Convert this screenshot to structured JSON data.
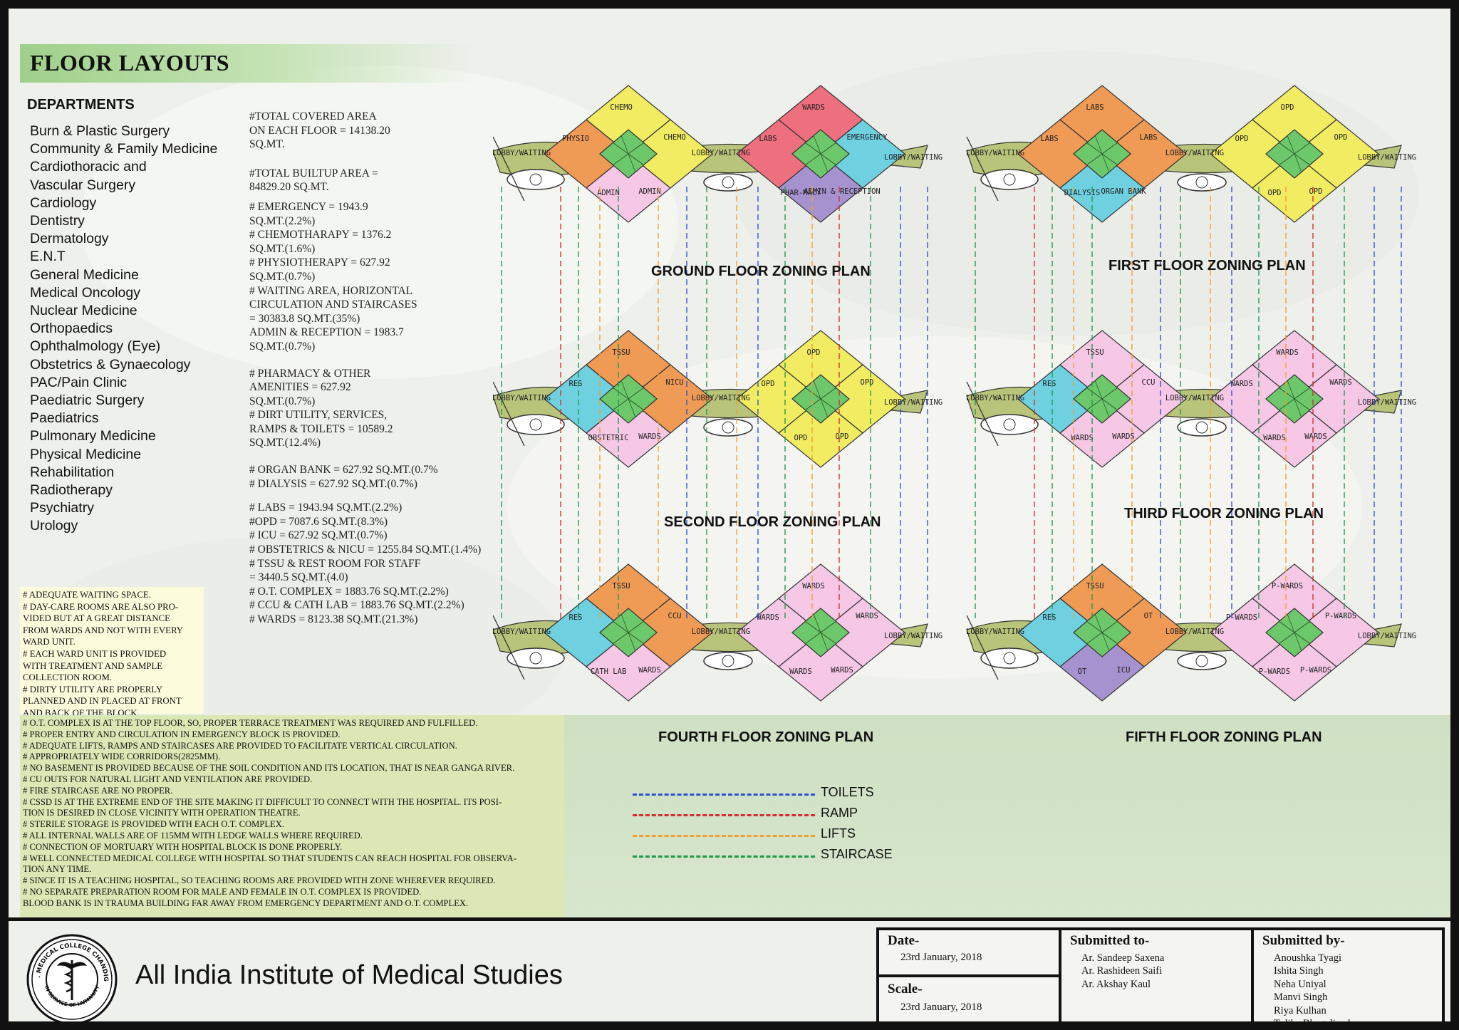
{
  "sheet_title": "FLOOR LAYOUTS",
  "departments_heading": "DEPARTMENTS",
  "departments": [
    "Burn & Plastic Surgery",
    "Community & Family Medicine",
    "Cardiothoracic and",
    "Vascular Surgery",
    "Cardiology",
    "Dentistry",
    "Dermatology",
    "E.N.T",
    "General Medicine",
    "Medical Oncology",
    "Nuclear Medicine",
    "Orthopaedics",
    "Ophthalmology (Eye)",
    "Obstetrics & Gynaecology",
    "PAC/Pain Clinic",
    "Paediatric Surgery",
    "Paediatrics",
    "Pulmonary Medicine",
    "Physical Medicine",
    "Rehabilitation",
    "Radiotherapy",
    "Psychiatry",
    "Urology"
  ],
  "area_stats": [
    [
      "#TOTAL COVERED AREA",
      "ON EACH FLOOR = 14138.20",
      "SQ.MT."
    ],
    [
      "#TOTAL BUILTUP AREA =",
      "84829.20 SQ.MT."
    ],
    [
      "# EMERGENCY = 1943.9",
      "SQ.MT.(2.2%)",
      "# CHEMOTHARAPY = 1376.2",
      "SQ.MT.(1.6%)",
      "# PHYSIOTHERAPY = 627.92",
      "SQ.MT.(0.7%)",
      "# WAITING AREA, HORIZONTAL",
      "CIRCULATION AND STAIRCASES",
      "= 30383.8 SQ.MT.(35%)",
      "ADMIN & RECEPTION = 1983.7",
      "SQ.MT.(0.7%)"
    ],
    [
      "# PHARMACY & OTHER",
      "AMENITIES = 627.92",
      "SQ.MT.(0.7%)",
      "# DIRT UTILITY, SERVICES,",
      "RAMPS & TOILETS = 10589.2",
      "SQ.MT.(12.4%)"
    ],
    [
      "# ORGAN BANK = 627.92 SQ.MT.(0.7%",
      "# DIALYSIS = 627.92 SQ.MT.(0.7%)"
    ],
    [
      "# LABS = 1943.94 SQ.MT.(2.2%)",
      "#OPD = 7087.6 SQ.MT.(8.3%)",
      "# ICU = 627.92 SQ.MT.(0.7%)",
      "# OBSTETRICS & NICU = 1255.84 SQ.MT.(1.4%)",
      "# TSSU & REST ROOM FOR STAFF",
      "= 3440.5 SQ.MT.(4.0)",
      "# O.T. COMPLEX = 1883.76 SQ.MT.(2.2%)",
      "# CCU & CATH LAB = 1883.76 SQ.MT.(2.2%)",
      "# WARDS = 8123.38 SQ.MT.(21.3%)"
    ]
  ],
  "notes_short": [
    "# ADEQUATE WAITING SPACE.",
    "# DAY-CARE ROOMS ARE ALSO PRO-",
    "VIDED BUT AT A GREAT DISTANCE",
    "FROM WARDS AND NOT WITH EVERY",
    "WARD UNIT.",
    "# EACH WARD UNIT IS PROVIDED",
    "WITH TREATMENT AND SAMPLE",
    "COLLECTION ROOM.",
    "# DIRTY UTILITY ARE PROPERLY",
    "PLANNED AND IN PLACED AT FRONT",
    "AND BACK OF THE BLOCK."
  ],
  "notes_long": [
    "# O.T. COMPLEX IS AT THE TOP FLOOR, SO, PROPER TERRACE TREATMENT WAS REQUIRED AND FULFILLED.",
    "# PROPER ENTRY AND CIRCULATION IN EMERGENCY BLOCK IS PROVIDED.",
    "# ADEQUATE LIFTS, RAMPS AND STAIRCASES ARE PROVIDED TO FACILITATE VERTICAL CIRCULATION.",
    "# APPROPRIATELY WIDE CORRIDORS(2825MM).",
    "# NO BASEMENT IS PROVIDED BECAUSE OF THE SOIL CONDITION AND ITS LOCATION, THAT IS NEAR GANGA RIVER.",
    "# CU OUTS FOR NATURAL LIGHT AND VENTILATION ARE PROVIDED.",
    "# FIRE STAIRCASE ARE NO PROPER.",
    "# CSSD IS AT THE EXTREME END OF THE SITE MAKING IT DIFFICULT TO CONNECT WITH THE HOSPITAL. ITS POSI-",
    "TION IS DESIRED IN CLOSE VICINITY WITH OPERATION THEATRE.",
    "# STERILE STORAGE IS PROVIDED WITH EACH O.T. COMPLEX.",
    "# ALL INTERNAL WALLS ARE OF 115MM WITH LEDGE WALLS WHERE REQUIRED.",
    "# CONNECTION OF MORTUARY WITH HOSPITAL BLOCK IS DONE PROPERLY.",
    "# WELL CONNECTED MEDICAL COLLEGE WITH HOSPITAL SO THAT STUDENTS CAN REACH HOSPITAL FOR OBSERVA-",
    "TION ANY TIME.",
    "# SINCE IT IS A TEACHING HOSPITAL, SO TEACHING ROOMS ARE PROVIDED WITH ZONE WHEREVER REQUIRED.",
    "# NO SEPARATE PREPARATION ROOM FOR MALE AND FEMALE IN O.T. COMPLEX IS PROVIDED.",
    "BLOOD BANK IS IN TRAUMA BUILDING FAR AWAY FROM EMERGENCY DEPARTMENT AND O.T. COMPLEX."
  ],
  "plan_titles": {
    "ground": "GROUND FLOOR ZONING PLAN",
    "first": "FIRST FLOOR ZONING PLAN",
    "second": "SECOND FLOOR ZONING PLAN",
    "third": "THIRD FLOOR ZONING PLAN",
    "fourth": "FOURTH FLOOR ZONING PLAN",
    "fifth": "FIFTH FLOOR ZONING PLAN"
  },
  "plans": {
    "ground": {
      "left": [
        "CHEMO",
        "PHYSIO",
        "CHEMO",
        "ADMIN",
        "ADMIN"
      ],
      "right": [
        "WARDS",
        "LABS",
        "EMERGENCY",
        "PHAR-MACY",
        "ADMIN & RECEPTION"
      ],
      "lobby": [
        "LOBBY/WAITING",
        "LOBBY/WAITING",
        "LOBBY/WAITING"
      ]
    },
    "first": {
      "left": [
        "LABS",
        "LABS",
        "LABS",
        "DIALYSIS",
        "ORGAN BANK"
      ],
      "right": [
        "OPD",
        "OPD",
        "OPD",
        "OPD",
        "OPD"
      ],
      "lobby": [
        "LOBBY/WAITING",
        "LOBBY/WAITING",
        "LOBBY/WAITING"
      ]
    },
    "second": {
      "left": [
        "TSSU",
        "RES",
        "NICU",
        "OBSTETRIC",
        "WARDS"
      ],
      "right": [
        "OPD",
        "OPD",
        "OPD",
        "OPD",
        "OPD"
      ],
      "lobby": [
        "LOBBY/WAITING",
        "LOBBY/WAITING",
        "LOBBY/WAITING"
      ]
    },
    "third": {
      "left": [
        "TSSU",
        "RES",
        "CCU",
        "WARDS",
        "WARDS"
      ],
      "right": [
        "WARDS",
        "WARDS",
        "WARDS",
        "WARDS",
        "WARDS"
      ],
      "lobby": [
        "LOBBY/WAITING",
        "LOBBY/WAITING",
        "LOBBY/WAITING"
      ]
    },
    "fourth": {
      "left": [
        "TSSU",
        "RES",
        "CCU",
        "CATH LAB",
        "WARDS"
      ],
      "right": [
        "WARDS",
        "WARDS",
        "WARDS",
        "WARDS",
        "WARDS"
      ],
      "lobby": [
        "LOBBY/WAITING",
        "LOBBY/WAITING",
        "LOBBY/WAITING"
      ]
    },
    "fifth": {
      "left": [
        "TSSU",
        "RES",
        "OT",
        "OT",
        "ICU"
      ],
      "right": [
        "P-WARDS",
        "P-WARDS",
        "P-WARDS",
        "P-WARDS",
        "P-WARDS"
      ],
      "lobby": [
        "LOBBY/WAITING",
        "LOBBY/WAITING",
        "LOBBY/WAITING"
      ]
    }
  },
  "legend": [
    {
      "label": "TOILETS",
      "color": "#2f4fd8"
    },
    {
      "label": "RAMP",
      "color": "#d62e2e"
    },
    {
      "label": "LIFTS",
      "color": "#f0a030"
    },
    {
      "label": "STAIRCASE",
      "color": "#1f9a4a"
    }
  ],
  "footer": {
    "institute": "All India Institute of Medical Studies",
    "logo_text_top": "GOVT. MEDICAL COLLEGE CHANDIGARH",
    "logo_text_bottom": "IN SERVICE OF HUMANITY",
    "date_label": "Date-",
    "date_value": "23rd January, 2018",
    "scale_label": "Scale-",
    "scale_value": "23rd January, 2018",
    "submitted_to_label": "Submitted to-",
    "submitted_to": [
      "Ar. Sandeep Saxena",
      "Ar. Rashideen Saifi",
      "Ar. Akshay Kaul"
    ],
    "submitted_by_label": "Submitted by-",
    "submitted_by": [
      "Anoushka Tyagi",
      "Ishita Singh",
      "Neha Uniyal",
      "Manvi Singh",
      "Riya Kulhan",
      "Tulika Bhagoliwal"
    ]
  },
  "colors": {
    "border": "#111111",
    "green_band": "#9fd08a",
    "note_yellow": "#fcfbdc",
    "note_green": "#dbe7b4",
    "lobby": "#b8c47a",
    "zone_green": "#6cc86a",
    "zone_yellow": "#f2ec62",
    "zone_orange": "#ef9a55",
    "zone_pink": "#f6c8e6",
    "zone_cyan": "#6fd0e0",
    "zone_purple": "#a692cf",
    "zone_red": "#ee6f7e"
  }
}
